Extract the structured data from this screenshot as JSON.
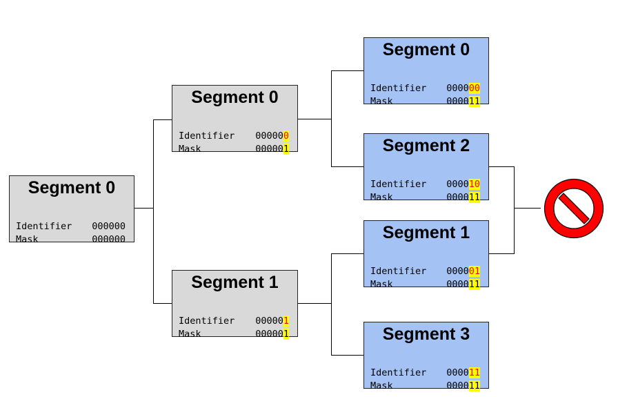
{
  "colors": {
    "gray_box": "#d9d9d9",
    "blue_box": "#a4c2f4",
    "highlight": "#ffff00",
    "highlight_text": "#ff0000",
    "prohibited": "#ff0000"
  },
  "icons": {
    "terminal": "no-entry-prohibited-sign"
  },
  "nodes": {
    "root": {
      "title": "Segment 0",
      "identifier": {
        "label": "Identifier",
        "base": "000000",
        "hl": ""
      },
      "mask": {
        "label": "Mask",
        "base": "000000",
        "hl": ""
      }
    },
    "l1_top": {
      "title": "Segment 0",
      "identifier": {
        "label": "Identifier",
        "base": "00000",
        "hl": "0"
      },
      "mask": {
        "label": "Mask",
        "base": "00000",
        "hl": "1"
      }
    },
    "l1_bottom": {
      "title": "Segment 1",
      "identifier": {
        "label": "Identifier",
        "base": "00000",
        "hl": "1"
      },
      "mask": {
        "label": "Mask",
        "base": "00000",
        "hl": "1"
      }
    },
    "l2_a": {
      "title": "Segment 0",
      "identifier": {
        "label": "Identifier",
        "base": "0000",
        "hl": "00"
      },
      "mask": {
        "label": "Mask",
        "base": "0000",
        "hl": "11"
      }
    },
    "l2_b": {
      "title": "Segment 2",
      "identifier": {
        "label": "Identifier",
        "base": "0000",
        "hl": "10"
      },
      "mask": {
        "label": "Mask",
        "base": "0000",
        "hl": "11"
      }
    },
    "l2_c": {
      "title": "Segment 1",
      "identifier": {
        "label": "Identifier",
        "base": "0000",
        "hl": "01"
      },
      "mask": {
        "label": "Mask",
        "base": "0000",
        "hl": "11"
      }
    },
    "l2_d": {
      "title": "Segment 3",
      "identifier": {
        "label": "Identifier",
        "base": "0000",
        "hl": "11"
      },
      "mask": {
        "label": "Mask",
        "base": "0000",
        "hl": "11"
      }
    }
  }
}
